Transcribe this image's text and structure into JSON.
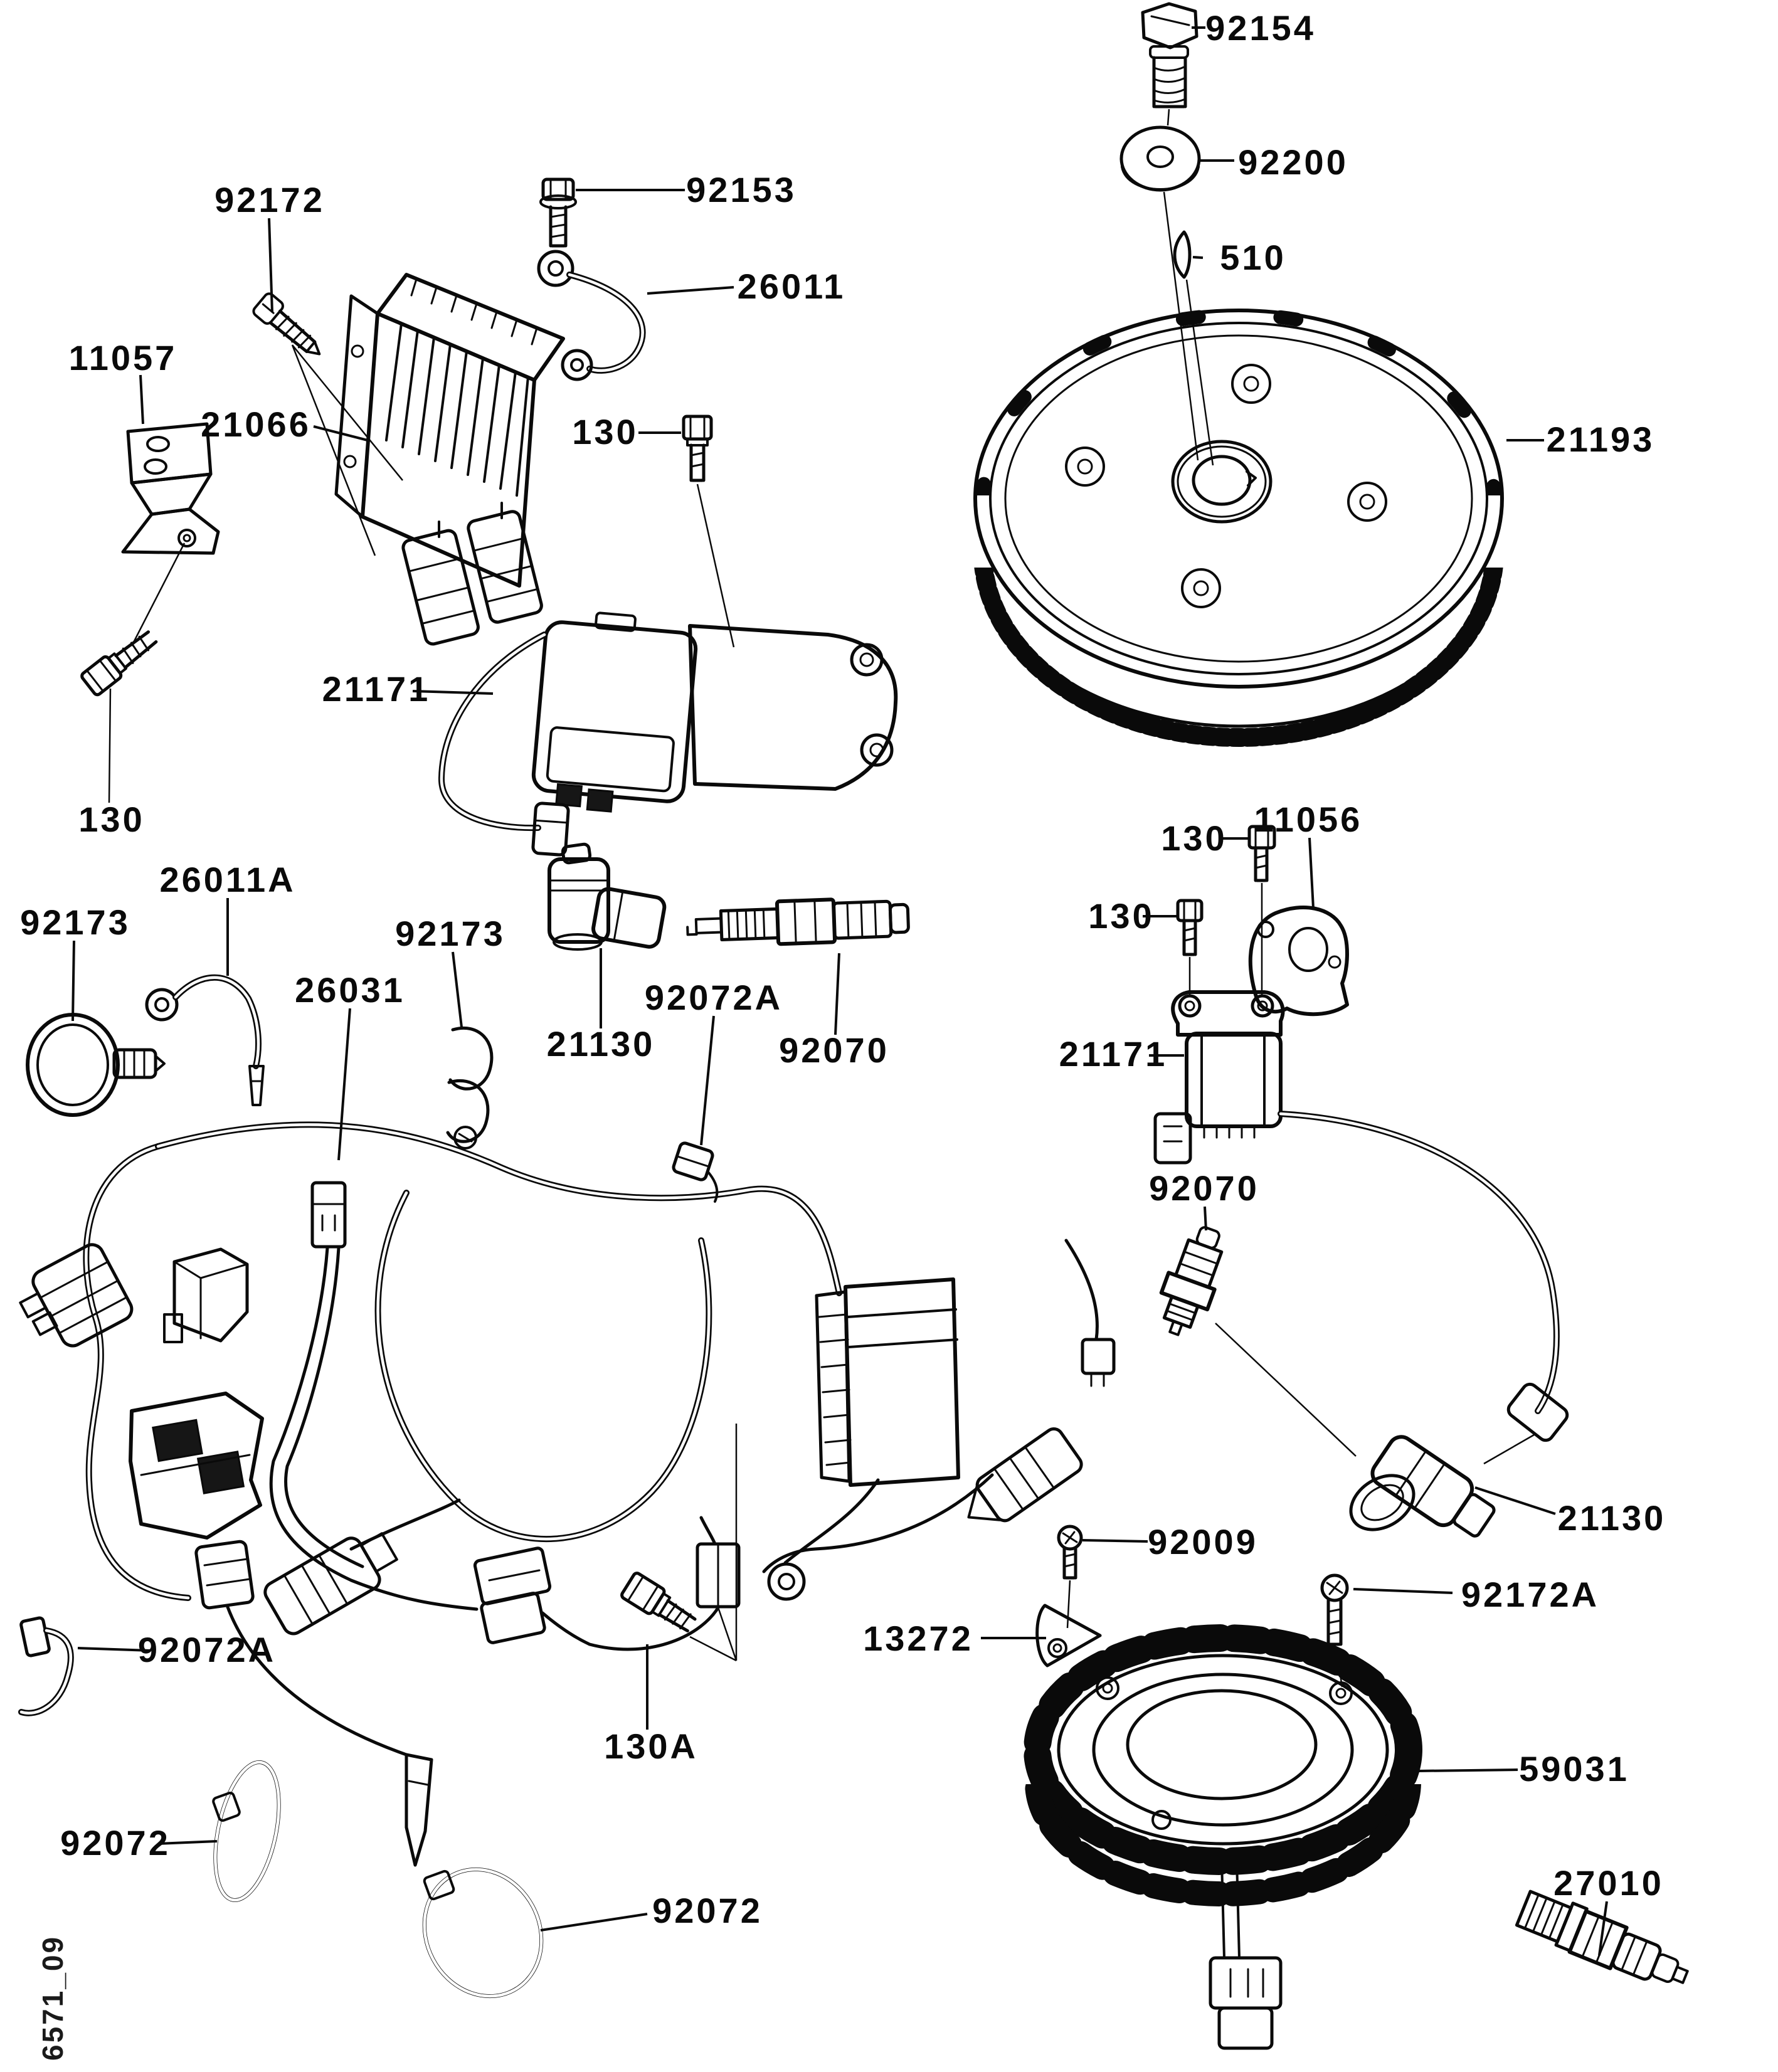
{
  "diagram": {
    "type": "engine-electrical-equipment-parts-diagram",
    "background_color": "#ffffff",
    "line_color": "#0a0a0a",
    "footer_code": "6571_09",
    "callouts": [
      {
        "part": "bolt-flywheel",
        "text": "92154"
      },
      {
        "part": "washer",
        "text": "92200"
      },
      {
        "part": "woodruff-key",
        "text": "510"
      },
      {
        "part": "flywheel",
        "text": "21193"
      },
      {
        "part": "screw-regulator",
        "text": "92172"
      },
      {
        "part": "bolt-terminal",
        "text": "92153"
      },
      {
        "part": "ground-lead",
        "text": "26011"
      },
      {
        "part": "regulator-voltage",
        "text": "21066"
      },
      {
        "part": "bracket-regulator",
        "text": "11057"
      },
      {
        "part": "bolt-bracket-left",
        "text": "130"
      },
      {
        "part": "bolt-coil-left",
        "text": "130"
      },
      {
        "part": "ignition-coil-left",
        "text": "21171"
      },
      {
        "part": "ground-lead-a",
        "text": "26011A"
      },
      {
        "part": "clamp-left",
        "text": "92173"
      },
      {
        "part": "clamp-mid",
        "text": "92173"
      },
      {
        "part": "main-harness",
        "text": "26031"
      },
      {
        "part": "plug-cap-left",
        "text": "21130"
      },
      {
        "part": "clamp-harness-mid",
        "text": "92072A"
      },
      {
        "part": "spark-plug-left",
        "text": "92070"
      },
      {
        "part": "bolt-coil-right-upper",
        "text": "130"
      },
      {
        "part": "bracket-coil-right",
        "text": "11056"
      },
      {
        "part": "bolt-coil-right-lower",
        "text": "130"
      },
      {
        "part": "ignition-coil-right",
        "text": "21171"
      },
      {
        "part": "spark-plug-right",
        "text": "92070"
      },
      {
        "part": "plug-cap-right",
        "text": "21130"
      },
      {
        "part": "screw-plate",
        "text": "92009"
      },
      {
        "part": "plate-diode",
        "text": "13272"
      },
      {
        "part": "screw-stator",
        "text": "92172A"
      },
      {
        "part": "stator-charging-coil",
        "text": "59031"
      },
      {
        "part": "oil-pressure-switch",
        "text": "27010"
      },
      {
        "part": "cable-tie-left",
        "text": "92072A"
      },
      {
        "part": "bolt-harness-clamp",
        "text": "130A"
      },
      {
        "part": "band-clamp-left",
        "text": "92072"
      },
      {
        "part": "band-clamp-right",
        "text": "92072"
      }
    ]
  }
}
